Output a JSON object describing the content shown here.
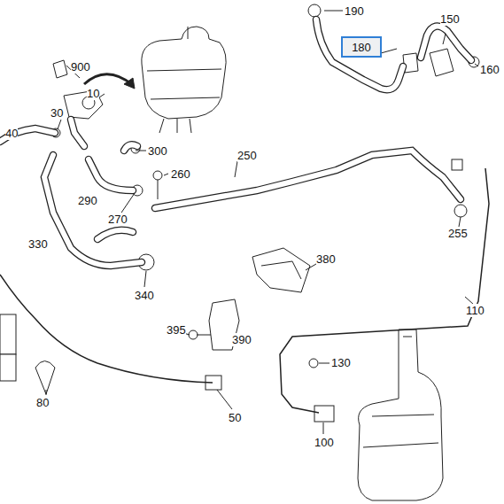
{
  "diagram": {
    "nodes": [
      {
        "text": [
          "180"
        ]
      }
    ],
    "labels": [
      "190",
      "150",
      "160",
      "900",
      "10",
      "30",
      "40",
      "300",
      "260",
      "250",
      "290",
      "270",
      "255",
      "330",
      "340",
      "380",
      "110",
      "395",
      "390",
      "130",
      "80",
      "50",
      "100"
    ]
  }
}
